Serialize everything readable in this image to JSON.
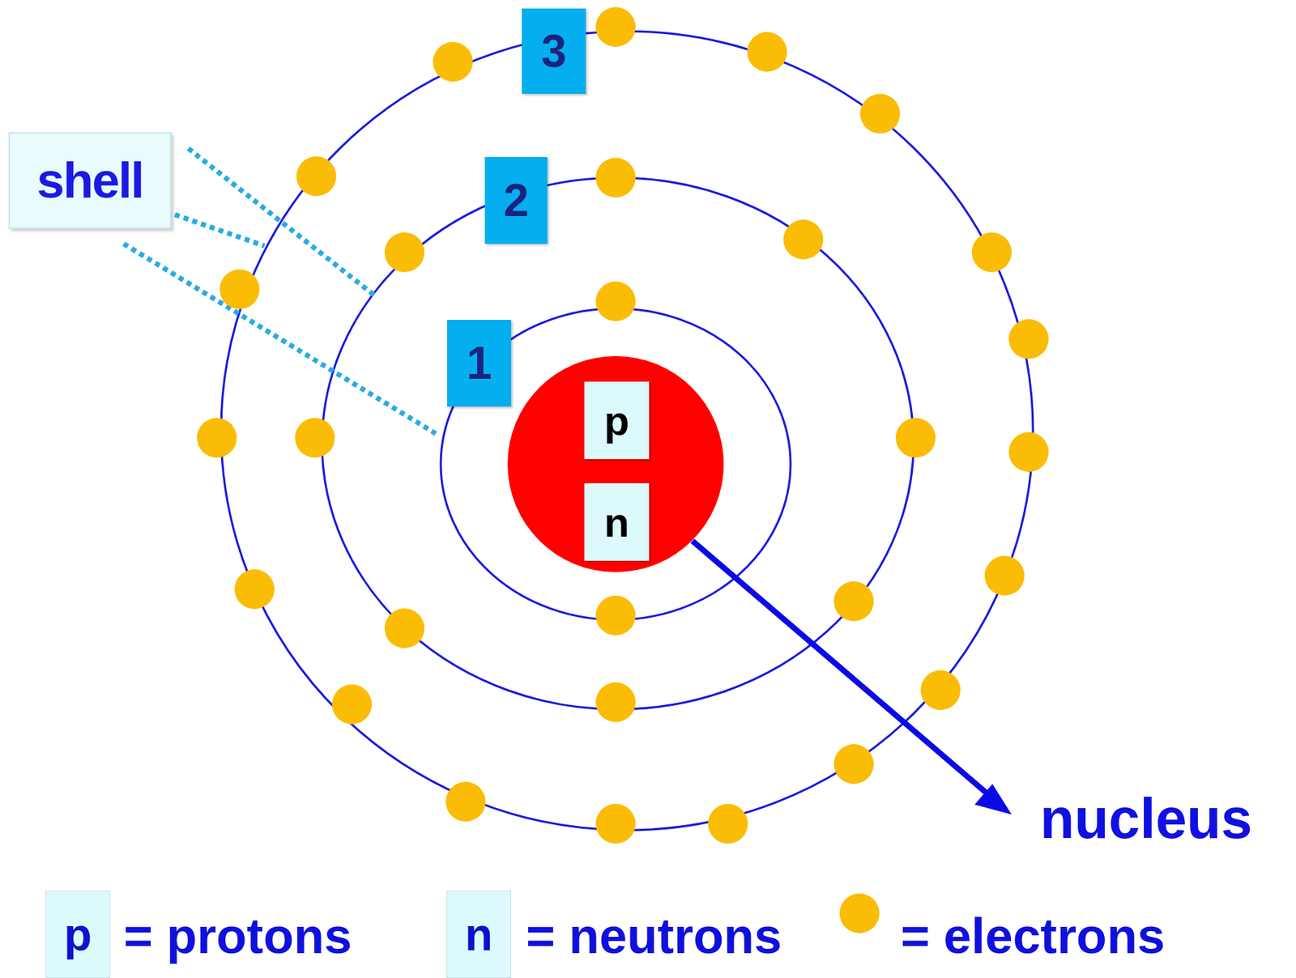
{
  "diagram": {
    "nodes": [
      {
        "text": [
          "3"
        ]
      },
      {
        "text": [
          "shell"
        ]
      },
      {
        "text": [
          "2"
        ]
      },
      {
        "text": [
          "1"
        ]
      },
      {
        "text": [
          "p"
        ]
      },
      {
        "text": [
          "n"
        ]
      },
      {
        "text": [
          "p"
        ]
      },
      {
        "text": [
          "n"
        ]
      }
    ],
    "labels": [
      "nucleus"
    ],
    "legend": [
      {
        "text": "= protons"
      },
      {
        "text": "= neutrons"
      },
      {
        "text": "= electrons",
        "color": "#fbbc05"
      }
    ]
  }
}
